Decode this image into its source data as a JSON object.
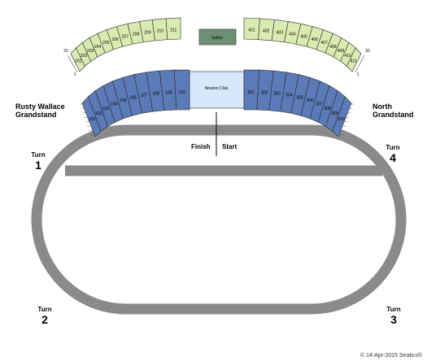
{
  "colors": {
    "upper_fill": "#d9ebb0",
    "lower_fill": "#5b7ab8",
    "club_fill": "#d8e8fb",
    "suites_fill": "#6d8f72",
    "track": "#8a8a8a",
    "outline": "#2b2b2b"
  },
  "upper_left_sections": [
    "201",
    "202",
    "203",
    "204",
    "205",
    "206",
    "207",
    "208",
    "209",
    "210",
    "211"
  ],
  "upper_right_sections": [
    "401",
    "402",
    "403",
    "404",
    "405",
    "406",
    "407",
    "408",
    "409",
    "410",
    "411"
  ],
  "lower_left_sections": [
    "101",
    "102",
    "103",
    "104",
    "105",
    "106",
    "107",
    "108",
    "109",
    "110"
  ],
  "lower_right_sections": [
    "301",
    "302",
    "303",
    "304",
    "305",
    "306",
    "307",
    "308",
    "309",
    "310"
  ],
  "suites_label": "Suites",
  "club_label": "Newton Club",
  "row_marker_top": "32",
  "row_marker_bottom": "1",
  "left_grandstand": {
    "line1": "Rusty Wallace",
    "line2": "Grandstand"
  },
  "right_grandstand": {
    "line1": "North",
    "line2": "Grandstand"
  },
  "finish_label": "Finish",
  "start_label": "Start",
  "turns": [
    {
      "word": "Turn",
      "number": "1"
    },
    {
      "word": "Turn",
      "number": "4"
    },
    {
      "word": "Turn",
      "number": "2"
    },
    {
      "word": "Turn",
      "number": "3"
    }
  ],
  "copyright": "© 14-Apr-2015 Seatics®"
}
